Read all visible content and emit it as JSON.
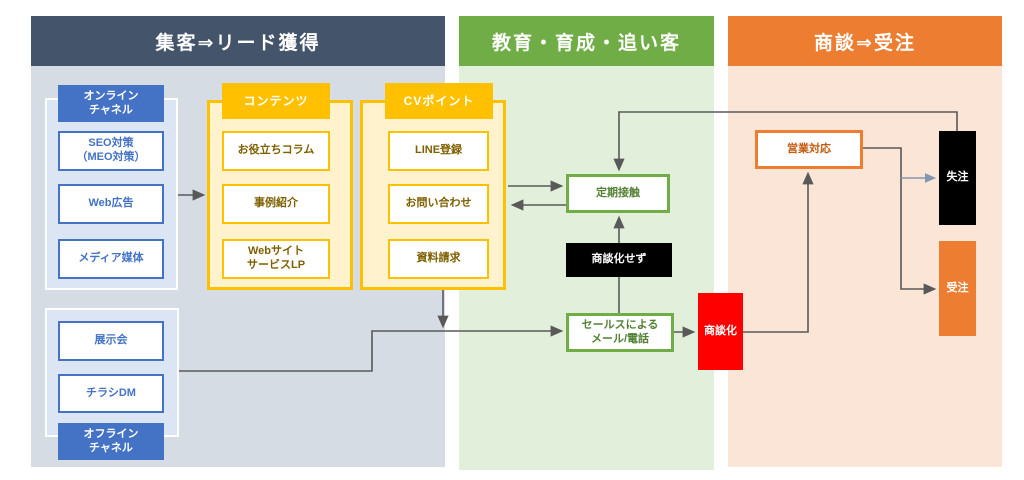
{
  "columns": {
    "lead": {
      "title": "集客⇒リード獲得"
    },
    "nurture": {
      "title": "教育・育成・追い客"
    },
    "deal": {
      "title": "商談⇒受注"
    }
  },
  "lead": {
    "online_group": {
      "label": "オンライン\nチャネル",
      "items": [
        "SEO対策\n（MEO対策）",
        "Web広告",
        "メディア媒体"
      ]
    },
    "offline_group": {
      "label": "オフライン\nチャネル",
      "items": [
        "展示会",
        "チラシDM"
      ]
    },
    "contents_group": {
      "label": "コンテンツ",
      "items": [
        "お役立ちコラム",
        "事例紹介",
        "Webサイト\nサービスLP"
      ]
    },
    "cv_group": {
      "label": "CVポイント",
      "items": [
        "LINE登録",
        "お問い合わせ",
        "資料請求"
      ]
    }
  },
  "nurture": {
    "regular_contact": "定期接触",
    "no_deal": "商談化せず",
    "sales_contact": "セールスによる\nメール/電話"
  },
  "deal": {
    "conversion": "商談化",
    "sales_response": "営業対応",
    "lost": "失注",
    "won": "受注"
  },
  "colors": {
    "lead_header": "#44546a",
    "lead_bg": "#d6dce4",
    "nurture_header": "#70ad47",
    "nurture_bg": "#e2efda",
    "deal_header": "#ed7d31",
    "deal_bg": "#fbe5d6",
    "blue": "#4472c4",
    "yellow": "#ffc000",
    "yellow_fill": "#fff2cc",
    "red": "#ff0000",
    "black": "#000000",
    "line": "#595959",
    "line_light": "#8497b0"
  }
}
